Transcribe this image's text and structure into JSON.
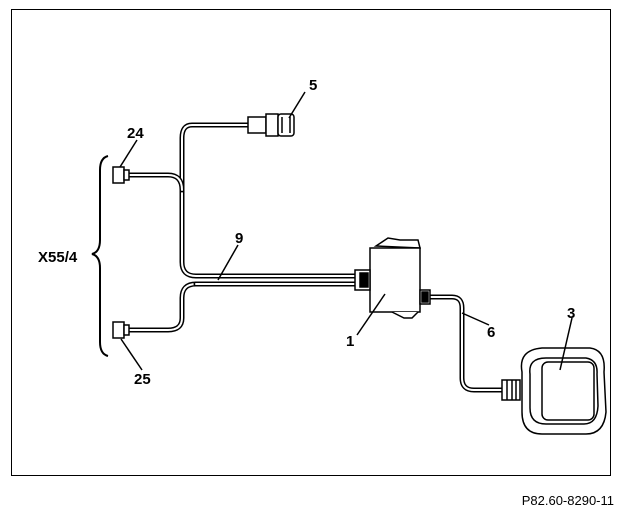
{
  "figure": {
    "reference": "P82.60-8290-11",
    "callouts": {
      "c1": "1",
      "c3": "3",
      "c5": "5",
      "c6": "6",
      "c9": "9",
      "c24": "24",
      "c25": "25",
      "x55": "X55/4"
    }
  }
}
